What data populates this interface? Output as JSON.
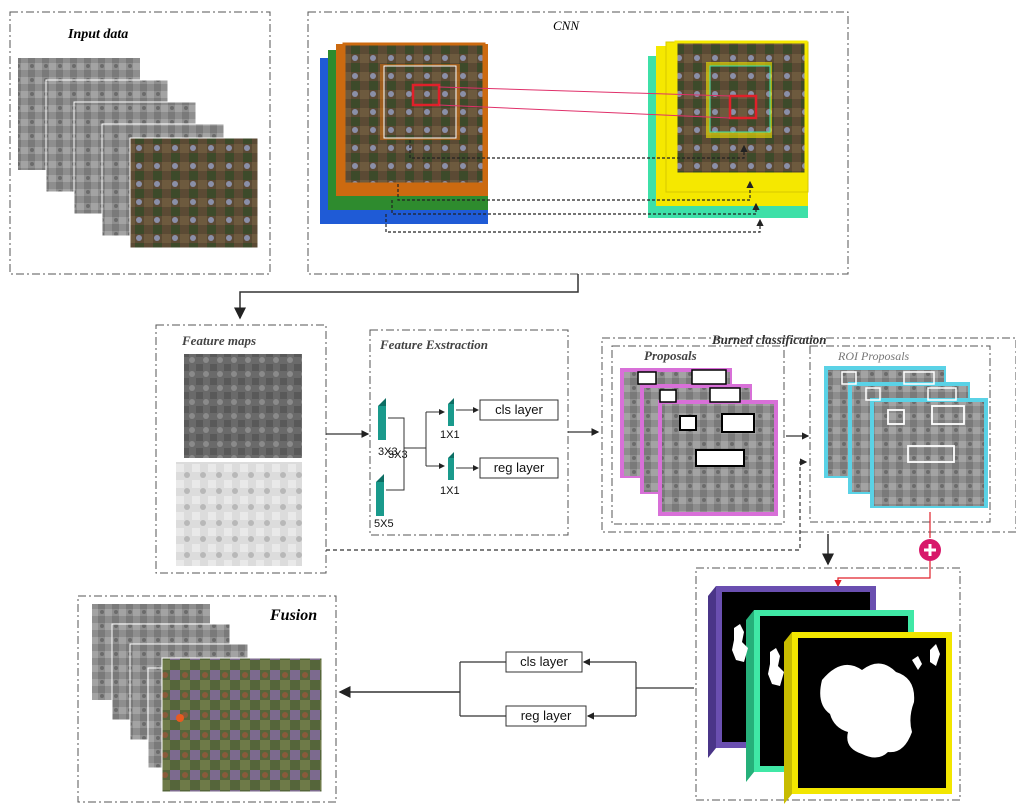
{
  "sections": {
    "input": {
      "title": "Input data"
    },
    "cnn": {
      "title": "CNN"
    },
    "feature_maps": {
      "title": "Feature maps"
    },
    "feature_extraction": {
      "title": "Feature Exstraction",
      "kernel_3x3_a": "3X3",
      "kernel_3x3_b": "3X3",
      "kernel_5x5": "5X5",
      "kernel_1x1_a": "1X1",
      "kernel_1x1_b": "1X1",
      "cls_layer": "cls layer",
      "reg_layer": "reg layer"
    },
    "burned": {
      "title": "Burned classification",
      "proposals_title": "Proposals",
      "roi_title": "ROI Proposals"
    },
    "fusion": {
      "title": "Fusion",
      "cls_layer": "cls layer",
      "reg_layer": "reg layer"
    }
  },
  "colors": {
    "dash_border": "#555555",
    "cnn_blue": "#1f5bd6",
    "cnn_green": "#2e8b2e",
    "cnn_orange": "#cc6a10",
    "cnn_yellow": "#f5e800",
    "cnn_teal": "#3ee0a8",
    "proposal_pink": "#d870d8",
    "roi_cyan": "#5ad2e6",
    "mask_purple": "#6a4fb0",
    "mask_teal": "#40e8a6",
    "mask_yellow": "#f2e600",
    "kernel_teal": "#1a9a8c",
    "roi_red": "#e0202a",
    "plus_magenta": "#d8186a"
  }
}
